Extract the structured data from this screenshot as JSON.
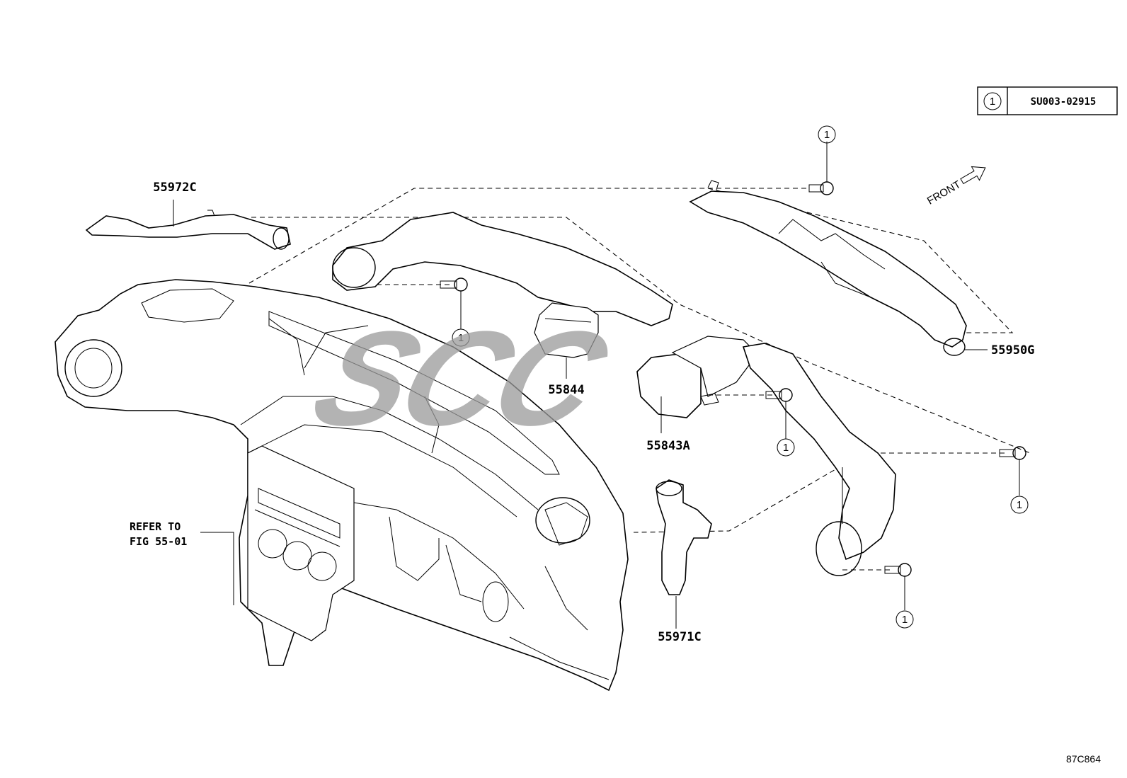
{
  "legend": {
    "callout": "1",
    "code": "SU003-02915"
  },
  "front_label": "FRONT",
  "watermark": "SCC",
  "figure_id": "87C864",
  "reference": {
    "line1": "REFER TO",
    "line2": "FIG 55-01"
  },
  "parts": {
    "p55972C": "55972C",
    "p55844": "55844",
    "p55843A": "55843A",
    "p55971C": "55971C",
    "p55950G": "55950G"
  },
  "callouts": {
    "c1": "1",
    "c2": "1",
    "c3": "1",
    "c4": "1",
    "c5": "1"
  }
}
